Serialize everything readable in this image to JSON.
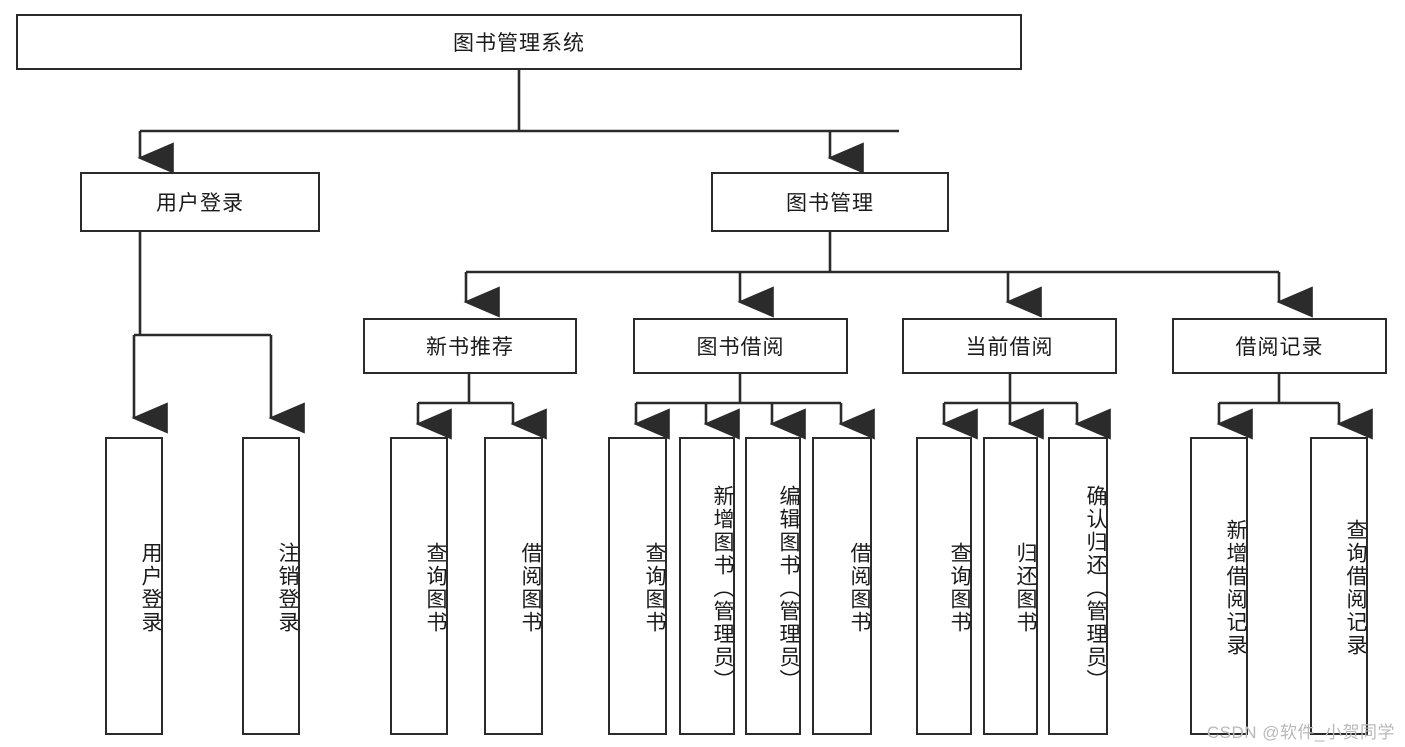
{
  "diagram": {
    "title": "图书管理系统",
    "watermark": "CSDN @软件_小贺同学",
    "style": {
      "stroke": "#2b2b2b",
      "fill": "#ffffff",
      "text": "#1b1b1b",
      "watermark_color": "#b9b9b9"
    },
    "root": {
      "label": "图书管理系统"
    },
    "level2": [
      {
        "label": "用户登录"
      },
      {
        "label": "图书管理"
      }
    ],
    "level3": [
      {
        "label": "新书推荐"
      },
      {
        "label": "图书借阅"
      },
      {
        "label": "当前借阅"
      },
      {
        "label": "借阅记录"
      }
    ],
    "leaves": {
      "user_login": [
        {
          "label": "用户登录"
        },
        {
          "label": "注销登录"
        }
      ],
      "new_book": [
        {
          "label": "查询图书"
        },
        {
          "label": "借阅图书"
        }
      ],
      "book_borrow": [
        {
          "label": "查询图书"
        },
        {
          "label": "新增图书（管理员）"
        },
        {
          "label": "编辑图书（管理员）"
        },
        {
          "label": "借阅图书"
        }
      ],
      "current_borrow": [
        {
          "label": "查询图书"
        },
        {
          "label": "归还图书"
        },
        {
          "label": "确认归还（管理员）"
        }
      ],
      "borrow_record": [
        {
          "label": "新增借阅记录"
        },
        {
          "label": "查询借阅记录"
        }
      ]
    }
  }
}
